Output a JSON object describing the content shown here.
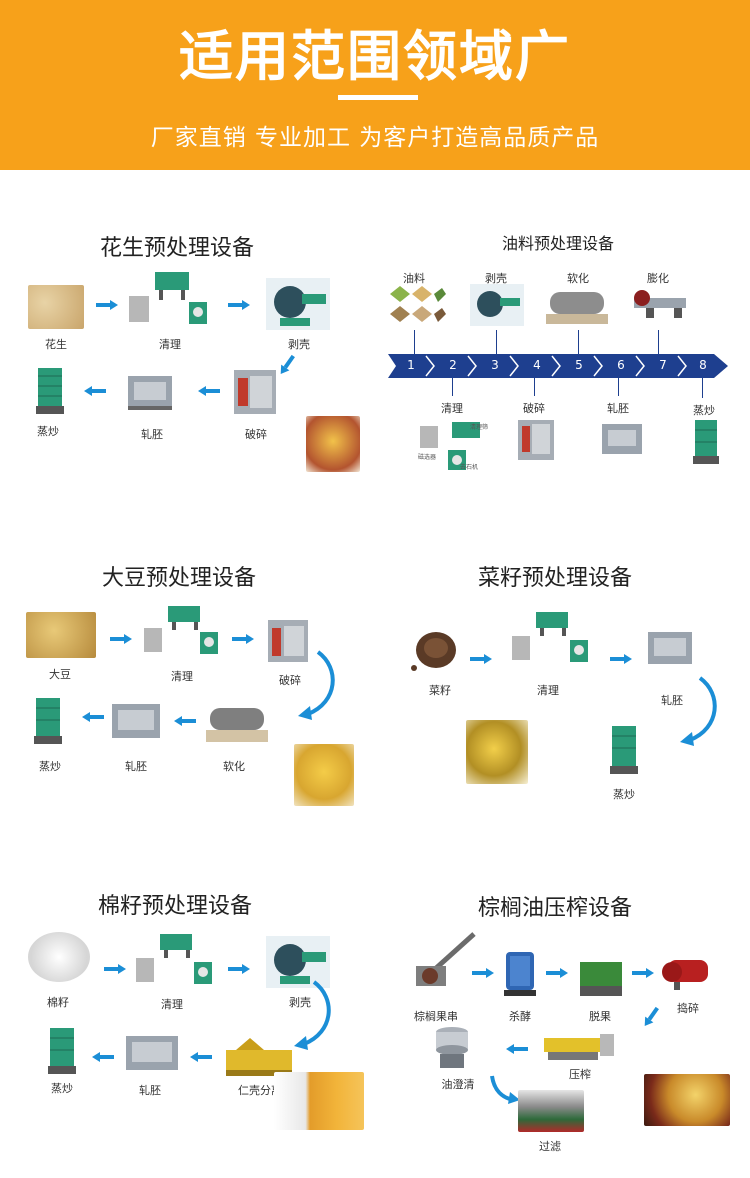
{
  "header": {
    "title": "适用范围领域广",
    "subtitle": "厂家直销 专业加工 为客户打造高品质产品"
  },
  "peanut": {
    "title": "花生预处理设备",
    "labels": [
      "花生",
      "清理",
      "剥壳",
      "蒸炒",
      "轧胚",
      "破碎"
    ]
  },
  "oilseed": {
    "title": "油料预处理设备",
    "top_labels": [
      "油料",
      "剥壳",
      "软化",
      "膨化"
    ],
    "steps": [
      "1",
      "2",
      "3",
      "4",
      "5",
      "6",
      "7",
      "8"
    ],
    "bottom_labels": [
      "清理",
      "破碎",
      "轧胚",
      "蒸炒"
    ],
    "tiny_labels": [
      "清理筛",
      "磁选器",
      "去石机"
    ]
  },
  "soybean": {
    "title": "大豆预处理设备",
    "labels": [
      "大豆",
      "清理",
      "破碎",
      "蒸炒",
      "轧胚",
      "软化"
    ]
  },
  "rapeseed": {
    "title": "菜籽预处理设备",
    "labels": [
      "菜籽",
      "清理",
      "轧胚",
      "蒸炒"
    ]
  },
  "cottonseed": {
    "title": "棉籽预处理设备",
    "labels": [
      "棉籽",
      "清理",
      "剥壳",
      "蒸炒",
      "轧胚",
      "仁壳分离"
    ]
  },
  "palm": {
    "title": "棕榈油压榨设备",
    "labels": [
      "棕榈果串",
      "杀酵",
      "脱果",
      "捣碎",
      "油澄清",
      "压榨",
      "过滤"
    ]
  },
  "colors": {
    "header_bg": "#f7a11a",
    "arrow": "#1b8ed6",
    "timeline": "#1e3f8f",
    "machine_green": "#2a9a78",
    "machine_grey": "#9aa3ad"
  }
}
